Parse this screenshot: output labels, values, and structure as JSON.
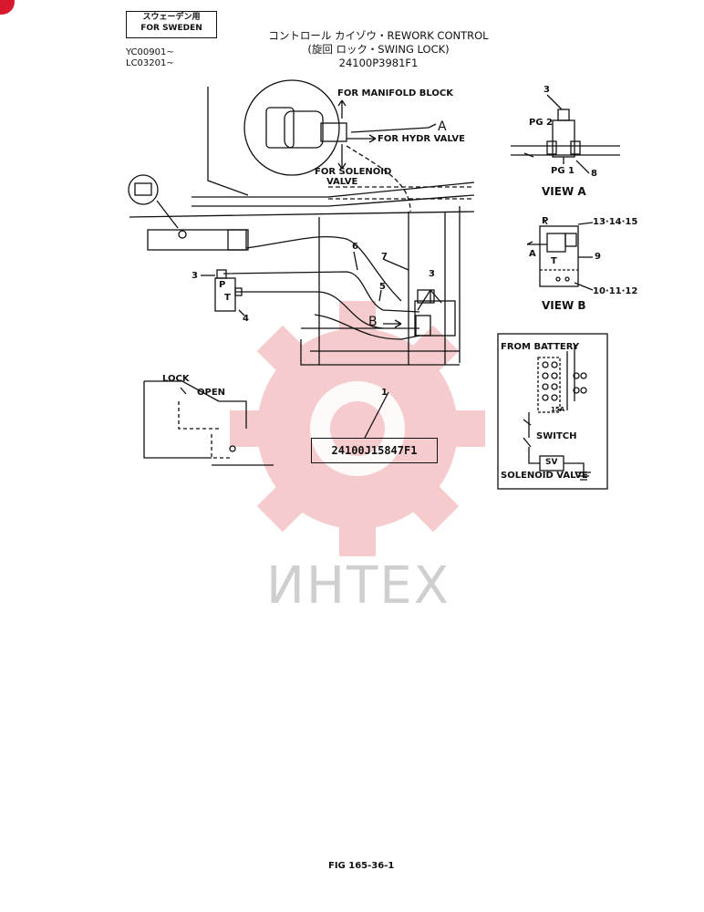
{
  "header": {
    "region_jp": "スウェーデン用",
    "region_en": "FOR SWEDEN",
    "title_line1": "コントロール カイゾウ・REWORK CONTROL",
    "title_line2": "(旋回 ロック・SWING LOCK)",
    "title_code": "24100P3981F1",
    "serial_1": "YC00901~",
    "serial_2": "LC03201~"
  },
  "labels": {
    "for_manifold": "FOR MANIFOLD BLOCK",
    "for_hydr": "FOR HYDR VALVE",
    "for_solenoid_1": "FOR SOLENOID",
    "for_solenoid_2": "VALVE",
    "arrow_a": "A",
    "arrow_b": "B",
    "lock": "LOCK",
    "open": "OPEN",
    "port_p": "P",
    "port_t": "T",
    "from_battery": "FROM BATTERY",
    "switch": "SWITCH",
    "sv": "SV",
    "solenoid_valve": "SOLENOID VALVE",
    "fuse": "15A",
    "pg2": "PG 2",
    "pg1": "PG 1",
    "view_a": "VIEW A",
    "view_b": "VIEW B",
    "viewb_p": "P",
    "viewb_a": "A",
    "viewb_t": "T"
  },
  "callouts": {
    "c1": "1",
    "c3a": "3",
    "c3b": "3",
    "c3c": "3",
    "c4": "4",
    "c5": "5",
    "c6": "6",
    "c7": "7",
    "c8": "8",
    "c9": "9",
    "c10": "10·11·12",
    "c13": "13·14·15"
  },
  "part_number": "24100J15847F1",
  "figure_number": "FIG 165-36-1",
  "watermark": "ИНТЕХ",
  "colors": {
    "watermark_red": "#f2b8bc",
    "ink": "#111111",
    "corner": "#d8182c"
  }
}
